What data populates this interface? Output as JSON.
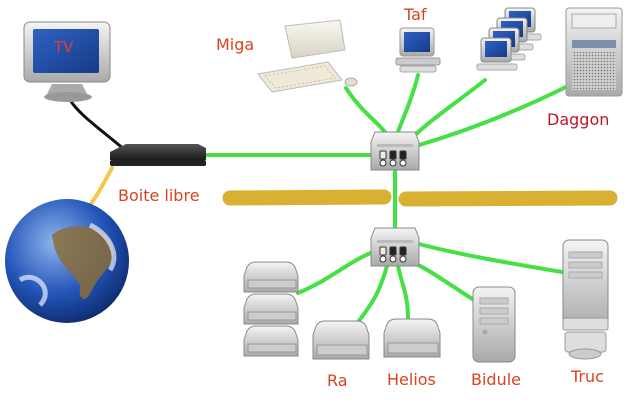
{
  "diagram": {
    "title": "",
    "colors": {
      "link": "#44e044",
      "uplink_cable": "#f2c94a",
      "tv_cable": "#111111",
      "barrier": "#d4a91c",
      "label": "#d9431e",
      "label_daggon": "#c0142a"
    },
    "nodes": [
      {
        "id": "tv",
        "label": "TV",
        "icon": "monitor-icon"
      },
      {
        "id": "box",
        "label": "Boite libre",
        "icon": "router-box-icon"
      },
      {
        "id": "internet",
        "label": "",
        "icon": "earth-globe-icon"
      },
      {
        "id": "miga",
        "label": "Miga",
        "icon": "desktop-computer-icon"
      },
      {
        "id": "taf",
        "label": "Taf",
        "icon": "workstation-icon"
      },
      {
        "id": "cluster",
        "label": "",
        "icon": "computer-cluster-icon"
      },
      {
        "id": "daggon",
        "label": "Daggon",
        "icon": "tower-server-icon"
      },
      {
        "id": "switch1",
        "label": "",
        "icon": "network-switch-icon"
      },
      {
        "id": "switch2",
        "label": "",
        "icon": "network-switch-icon"
      },
      {
        "id": "storage",
        "label": "",
        "icon": "disk-stack-icon"
      },
      {
        "id": "ra",
        "label": "Ra",
        "icon": "hard-drive-icon"
      },
      {
        "id": "helios",
        "label": "Helios",
        "icon": "hard-drive-icon"
      },
      {
        "id": "bidule",
        "label": "Bidule",
        "icon": "server-tower-icon"
      },
      {
        "id": "truc",
        "label": "Truc",
        "icon": "server-tower-cd-icon"
      }
    ],
    "edges": [
      {
        "from": "tv",
        "to": "box",
        "type": "tv_cable"
      },
      {
        "from": "internet",
        "to": "box",
        "type": "uplink_cable"
      },
      {
        "from": "box",
        "to": "switch1",
        "type": "link"
      },
      {
        "from": "miga",
        "to": "switch1",
        "type": "link"
      },
      {
        "from": "taf",
        "to": "switch1",
        "type": "link"
      },
      {
        "from": "cluster",
        "to": "switch1",
        "type": "link"
      },
      {
        "from": "daggon",
        "to": "switch1",
        "type": "link"
      },
      {
        "from": "switch1",
        "to": "switch2",
        "type": "link"
      },
      {
        "from": "storage",
        "to": "switch2",
        "type": "link"
      },
      {
        "from": "ra",
        "to": "switch2",
        "type": "link"
      },
      {
        "from": "helios",
        "to": "switch2",
        "type": "link"
      },
      {
        "from": "bidule",
        "to": "switch2",
        "type": "link"
      },
      {
        "from": "truc",
        "to": "switch2",
        "type": "link"
      }
    ]
  }
}
